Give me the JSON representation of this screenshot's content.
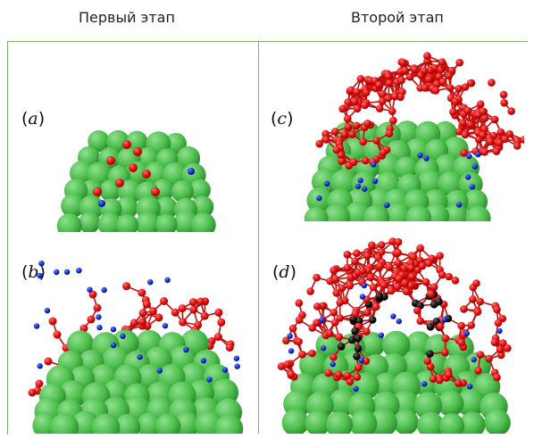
{
  "headers": {
    "left": "Первый этап",
    "right": "Второй этап"
  },
  "panels": [
    {
      "id": "a",
      "open": "(",
      "letter": "a",
      "close": ")"
    },
    {
      "id": "b",
      "open": "(",
      "letter": "b",
      "close": ")"
    },
    {
      "id": "c",
      "open": "(",
      "letter": "c",
      "close": ")"
    },
    {
      "id": "d",
      "open": "(",
      "letter": "d",
      "close": ")"
    }
  ],
  "colors": {
    "frame": "#7fb069",
    "sphere_green": "#4fbf4f",
    "atom_red": "#e01010",
    "atom_blue": "#1030d0",
    "atom_black": "#111111"
  }
}
